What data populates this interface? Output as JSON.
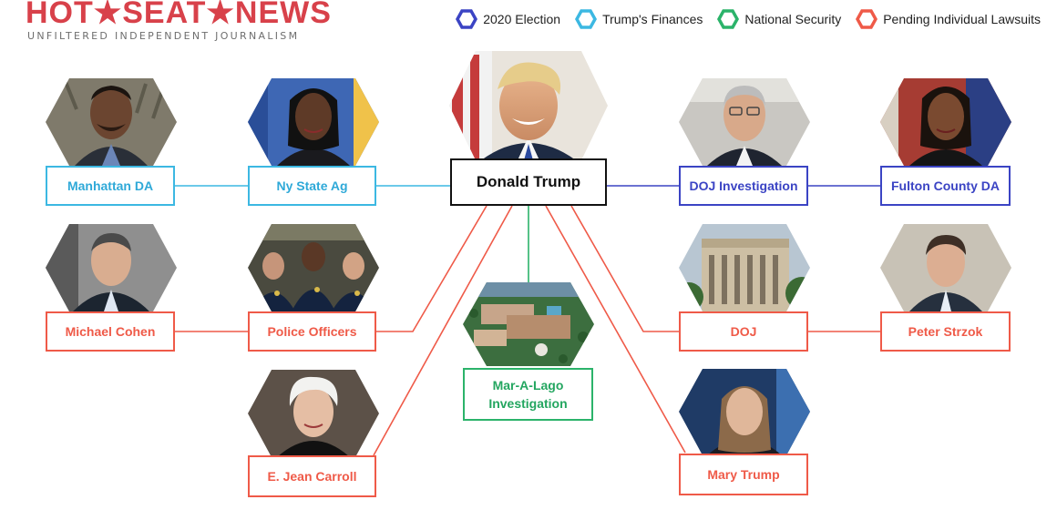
{
  "brand": {
    "title": "HOT★SEAT★NEWS",
    "subtitle": "UNFILTERED INDEPENDENT JOURNALISM"
  },
  "legend": [
    {
      "label": "2020 Election",
      "color": "#3b44c4"
    },
    {
      "label": "Trump's Finances",
      "color": "#3cb8e2"
    },
    {
      "label": "National Security",
      "color": "#2bb36a"
    },
    {
      "label": "Pending Individual Lawsuits",
      "color": "#ef5a48"
    }
  ],
  "nodes": {
    "center": {
      "label": "Donald Trump"
    },
    "manhattan_da": {
      "label": "Manhattan DA"
    },
    "ny_state_ag": {
      "label": "Ny State Ag"
    },
    "doj_investigation": {
      "label": "DOJ Investigation"
    },
    "fulton_county_da": {
      "label": "Fulton County DA"
    },
    "michael_cohen": {
      "label": "Michael Cohen"
    },
    "police_officers": {
      "label": "Police Officers"
    },
    "mar_a_lago": {
      "label": "Mar-A-Lago Investigation"
    },
    "doj": {
      "label": "DOJ"
    },
    "peter_strzok": {
      "label": "Peter Strzok"
    },
    "e_jean_carroll": {
      "label": "E. Jean Carroll"
    },
    "mary_trump": {
      "label": "Mary Trump"
    }
  }
}
